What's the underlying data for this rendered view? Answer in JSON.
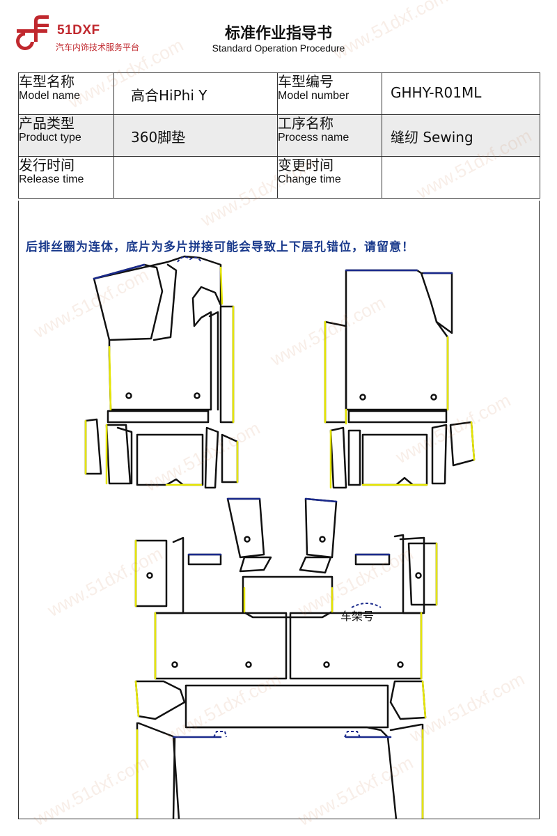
{
  "header": {
    "brand_name": "51DXF",
    "brand_tagline": "汽车内饰技术服务平台",
    "title": "标准作业指导书",
    "subtitle": "Standard Operation Procedure",
    "brand_color": "#c0282e"
  },
  "info": {
    "model_name_zh": "车型名称",
    "model_name_en": "Model name",
    "model_name_value": "高合HiPhi Y",
    "model_number_zh": "车型编号",
    "model_number_en": "Model number",
    "model_number_value": "GHHY-R01ML",
    "product_type_zh": "产品类型",
    "product_type_en": "Product type",
    "product_type_value": "360脚垫",
    "process_name_zh": "工序名称",
    "process_name_en": "Process name",
    "process_name_value": "缝纫 Sewing",
    "release_time_zh": "发行时间",
    "release_time_en": "Release time",
    "release_time_value": "",
    "change_time_zh": "变更时间",
    "change_time_en": "Change time",
    "change_time_value": ""
  },
  "figure": {
    "note": "后排丝圈为连体，底片为多片拼接可能会导致上下层孔错位，请留意！",
    "frame_number_label": "车架号",
    "outline_color": "#111111",
    "edge_yellow": "#e6e600",
    "edge_blue": "#1a2a8c"
  },
  "watermark": {
    "text": "www.51dxf.com"
  }
}
